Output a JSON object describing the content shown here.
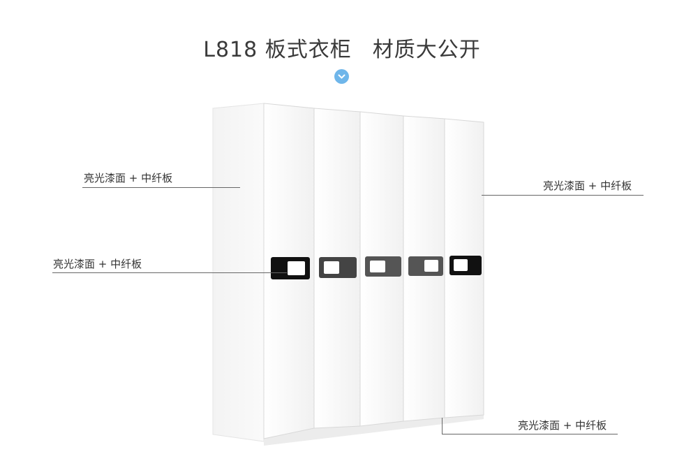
{
  "header": {
    "model": "L818 板式衣柜",
    "subtitle": "材质大公开",
    "scroll_icon": "chevron-down-icon",
    "accent_color": "#6fb6ea"
  },
  "callouts": [
    {
      "text": "亮光漆面 + 中纤板"
    },
    {
      "text": "亮光漆面 + 中纤板"
    },
    {
      "text": "亮光漆面 + 中纤板"
    },
    {
      "text": "亮光漆面 + 中纤板"
    }
  ]
}
